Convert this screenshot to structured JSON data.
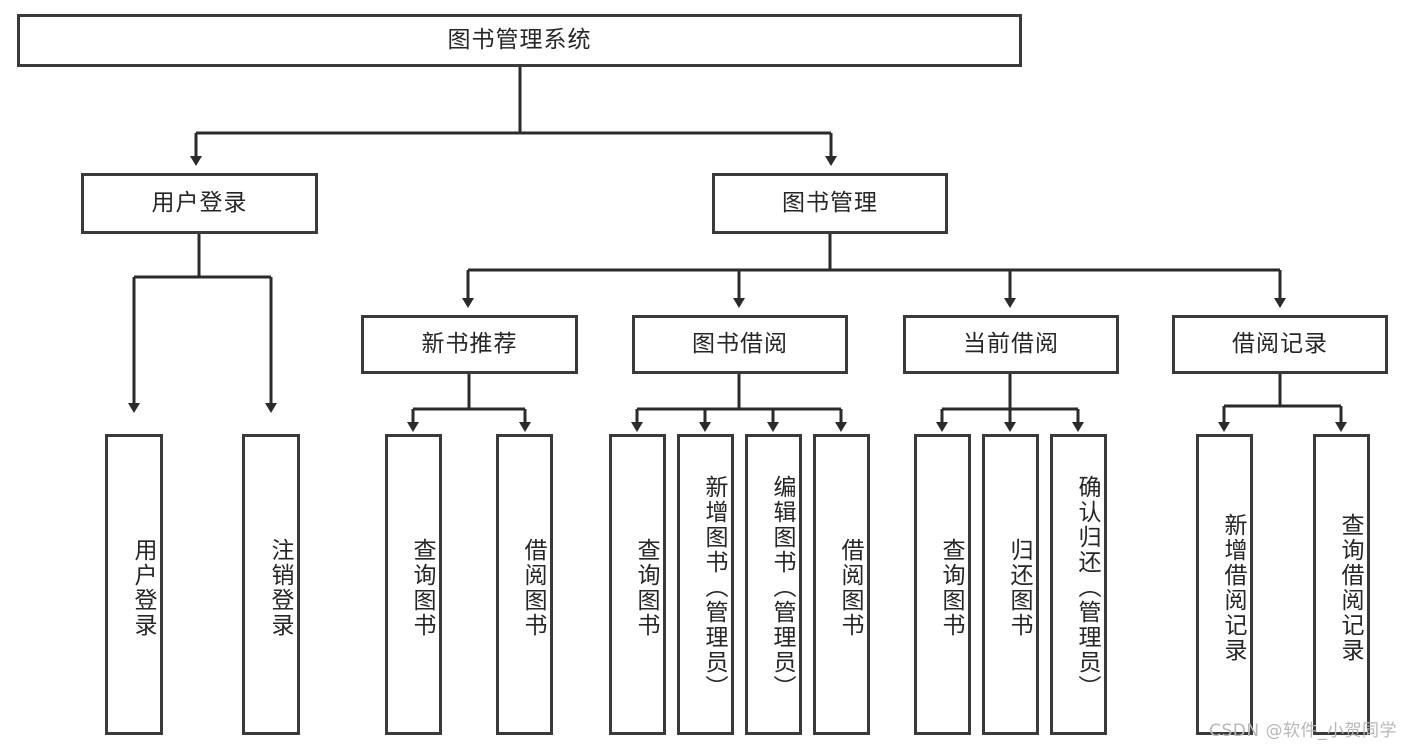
{
  "diagram": {
    "title": "图书管理系统",
    "type": "tree",
    "root": {
      "id": "root",
      "label": "图书管理系统",
      "orientation": "horizontal"
    },
    "level2": [
      {
        "id": "user-login",
        "label": "用户登录",
        "orientation": "horizontal"
      },
      {
        "id": "book-management",
        "label": "图书管理",
        "orientation": "horizontal"
      }
    ],
    "level3": [
      {
        "id": "new-book-recommend",
        "label": "新书推荐",
        "parent": "book-management",
        "orientation": "horizontal"
      },
      {
        "id": "book-borrow",
        "label": "图书借阅",
        "parent": "book-management",
        "orientation": "horizontal"
      },
      {
        "id": "current-borrow",
        "label": "当前借阅",
        "parent": "book-management",
        "orientation": "horizontal"
      },
      {
        "id": "borrow-record",
        "label": "借阅记录",
        "parent": "book-management",
        "orientation": "horizontal"
      }
    ],
    "leaves": [
      {
        "id": "leaf-user-login",
        "label": "用户登录",
        "parent": "user-login",
        "orientation": "vertical"
      },
      {
        "id": "leaf-user-logout",
        "label": "注销登录",
        "parent": "user-login",
        "orientation": "vertical"
      },
      {
        "id": "leaf-query-book-1",
        "label": "查询图书",
        "parent": "new-book-recommend",
        "orientation": "vertical"
      },
      {
        "id": "leaf-borrow-book-1",
        "label": "借阅图书",
        "parent": "new-book-recommend",
        "orientation": "vertical"
      },
      {
        "id": "leaf-query-book-2",
        "label": "查询图书",
        "parent": "book-borrow",
        "orientation": "vertical"
      },
      {
        "id": "leaf-add-book",
        "label": "新增图书（管理员）",
        "parent": "book-borrow",
        "orientation": "vertical"
      },
      {
        "id": "leaf-edit-book",
        "label": "编辑图书（管理员）",
        "parent": "book-borrow",
        "orientation": "vertical"
      },
      {
        "id": "leaf-borrow-book-2",
        "label": "借阅图书",
        "parent": "book-borrow",
        "orientation": "vertical"
      },
      {
        "id": "leaf-query-book-3",
        "label": "查询图书",
        "parent": "current-borrow",
        "orientation": "vertical"
      },
      {
        "id": "leaf-return-book",
        "label": "归还图书",
        "parent": "current-borrow",
        "orientation": "vertical"
      },
      {
        "id": "leaf-confirm-return",
        "label": "确认归还（管理员）",
        "parent": "current-borrow",
        "orientation": "vertical"
      },
      {
        "id": "leaf-add-record",
        "label": "新增借阅记录",
        "parent": "borrow-record",
        "orientation": "vertical"
      },
      {
        "id": "leaf-query-record",
        "label": "查询借阅记录",
        "parent": "borrow-record",
        "orientation": "vertical"
      }
    ],
    "colors": {
      "border": "#3a3a3a",
      "text": "#262626",
      "background": "#ffffff",
      "edge": "#2b2b2b",
      "watermark": "#b8b8b8"
    }
  },
  "watermark": {
    "text": "CSDN @软件_小贺同学"
  }
}
